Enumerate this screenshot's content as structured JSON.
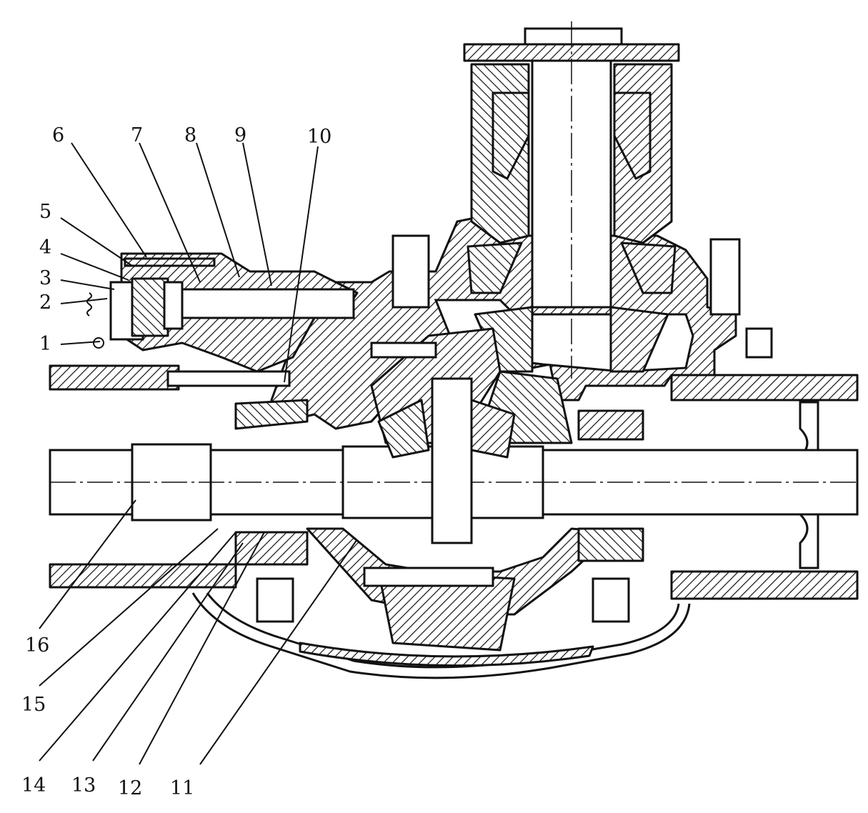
{
  "callouts": [
    {
      "id": "c1",
      "label": "1"
    },
    {
      "id": "c2",
      "label": "2"
    },
    {
      "id": "c3",
      "label": "3"
    },
    {
      "id": "c4",
      "label": "4"
    },
    {
      "id": "c5",
      "label": "5"
    },
    {
      "id": "c6",
      "label": "6"
    },
    {
      "id": "c7",
      "label": "7"
    },
    {
      "id": "c8",
      "label": "8"
    },
    {
      "id": "c9",
      "label": "9"
    },
    {
      "id": "c10",
      "label": "10"
    },
    {
      "id": "c11",
      "label": "11"
    },
    {
      "id": "c12",
      "label": "12"
    },
    {
      "id": "c13",
      "label": "13"
    },
    {
      "id": "c14",
      "label": "14"
    },
    {
      "id": "c15",
      "label": "15"
    },
    {
      "id": "c16",
      "label": "16"
    }
  ]
}
